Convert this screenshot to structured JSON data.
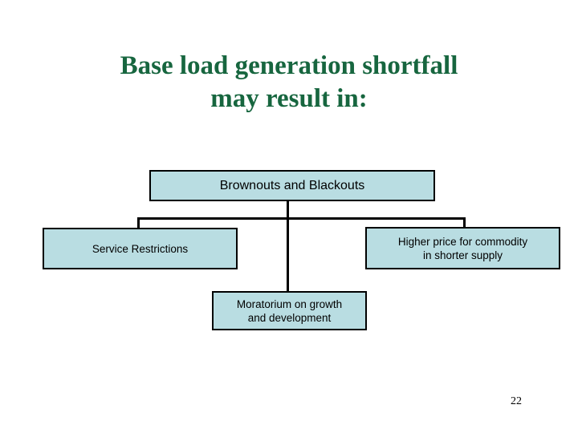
{
  "slide": {
    "page_number": "22",
    "background_color": "#ffffff",
    "title": {
      "line1": "Base load generation shortfall",
      "line2": "may result in:",
      "color": "#17663f"
    },
    "diagram": {
      "node_fill_color": "#b9dde2",
      "node_border_color": "#000000",
      "connector_color": "#000000",
      "nodes": [
        {
          "id": "brownouts",
          "label": "Brownouts and Blackouts"
        },
        {
          "id": "service",
          "label": "Service Restrictions"
        },
        {
          "id": "price",
          "label": "Higher price for commodity\nin shorter supply"
        },
        {
          "id": "moratorium",
          "label": "Moratorium on growth\nand development"
        }
      ]
    }
  }
}
